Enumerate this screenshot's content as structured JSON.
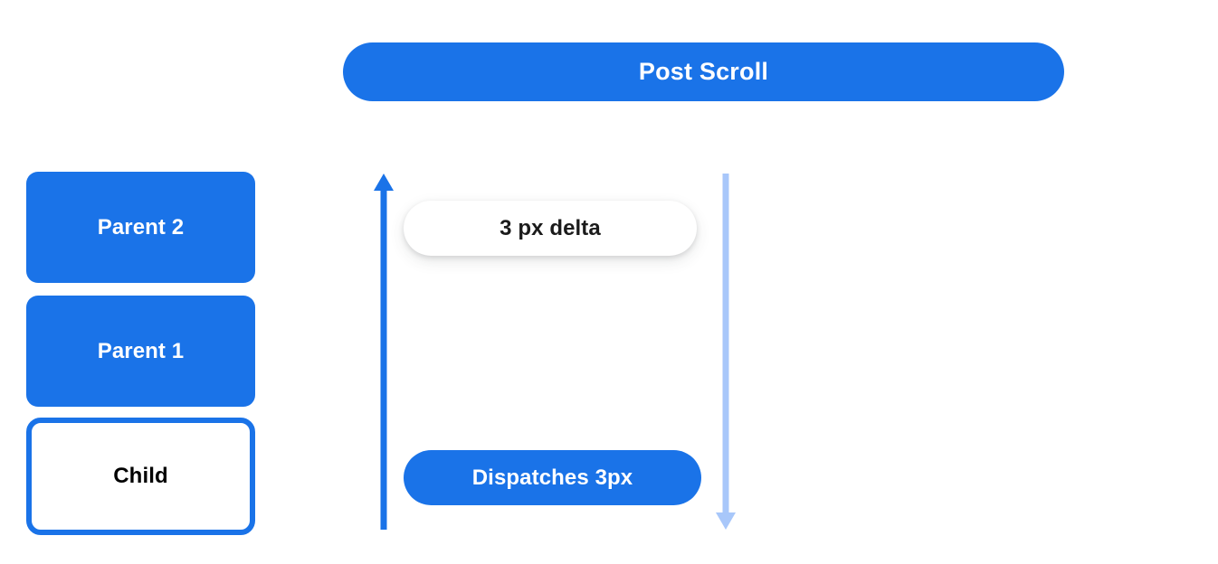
{
  "diagram": {
    "title": "Post Scroll",
    "colors": {
      "primary_blue": "#1a73e8",
      "light_blue": "#a8c7fa",
      "white": "#ffffff",
      "text_dark": "#1b1b1b"
    },
    "header": {
      "label": "Post Scroll"
    },
    "hierarchy": {
      "boxes": [
        {
          "label": "Parent 2",
          "style": "filled"
        },
        {
          "label": "Parent 1",
          "style": "filled"
        },
        {
          "label": "Child",
          "style": "outlined"
        }
      ]
    },
    "flow": {
      "arrows": [
        {
          "name": "scroll-up-arrow",
          "direction": "up",
          "color": "#1a73e8"
        },
        {
          "name": "scroll-down-arrow",
          "direction": "down",
          "color": "#a8c7fa"
        }
      ],
      "pills": [
        {
          "label": "3 px delta",
          "style": "white"
        },
        {
          "label": "Dispatches 3px",
          "style": "blue"
        }
      ]
    }
  }
}
